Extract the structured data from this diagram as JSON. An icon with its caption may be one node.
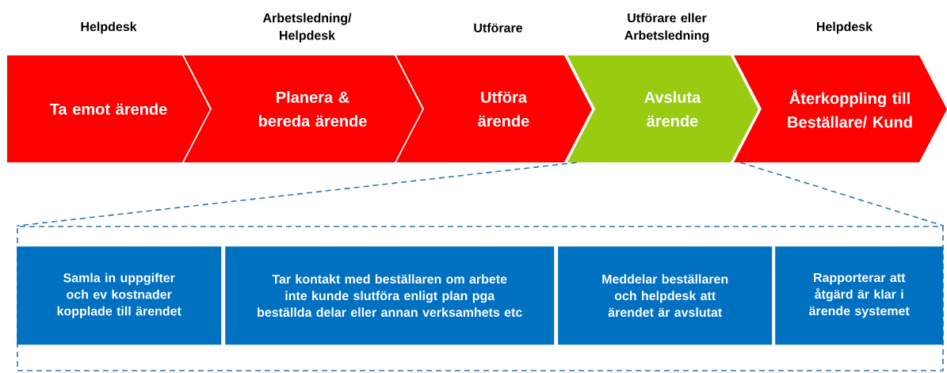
{
  "diagram": {
    "nodes": [
      {
        "text": [
          "Ta emot ärende"
        ],
        "beside": [
          "Helpdesk"
        ]
      },
      {
        "text": [
          "Planera & bereda ärende"
        ],
        "beside": [
          "Arbetsledning/ Helpdesk"
        ]
      },
      {
        "text": [
          "Utföra ärende"
        ],
        "beside": [
          "Utförare"
        ]
      },
      {
        "text": [
          "Avsluta ärende"
        ],
        "beside": [
          "Utförare eller Arbetsledning"
        ]
      },
      {
        "text": [
          "Återkoppling till Beställare/ Kund"
        ],
        "beside": [
          "Helpdesk"
        ]
      },
      {
        "text": [],
        "shape": "box"
      },
      {
        "text": [
          "Samla in uppgifter och ev kostnader kopplade till ärendet"
        ],
        "in": 5
      },
      {
        "text": [
          "Tar kontakt med beställaren om arbete inte kunde slutföra enligt plan pga beställda delar eller annan verksamhets etc"
        ],
        "in": 5
      },
      {
        "text": [
          "Meddelar beställaren och helpdesk att ärendet är avslutat"
        ],
        "in": 5
      },
      {
        "text": [
          "Rapporterar att åtgärd är klar i ärende systemet"
        ],
        "in": 5
      }
    ],
    "edges": [
      {
        "from": 3,
        "to": 5,
        "arrow": "none",
        "style": "dashed",
        "color": "#2e75b6"
      },
      {
        "from": 3,
        "to": 5,
        "arrow": "none",
        "style": "dashed",
        "color": "#2e75b6"
      }
    ]
  }
}
